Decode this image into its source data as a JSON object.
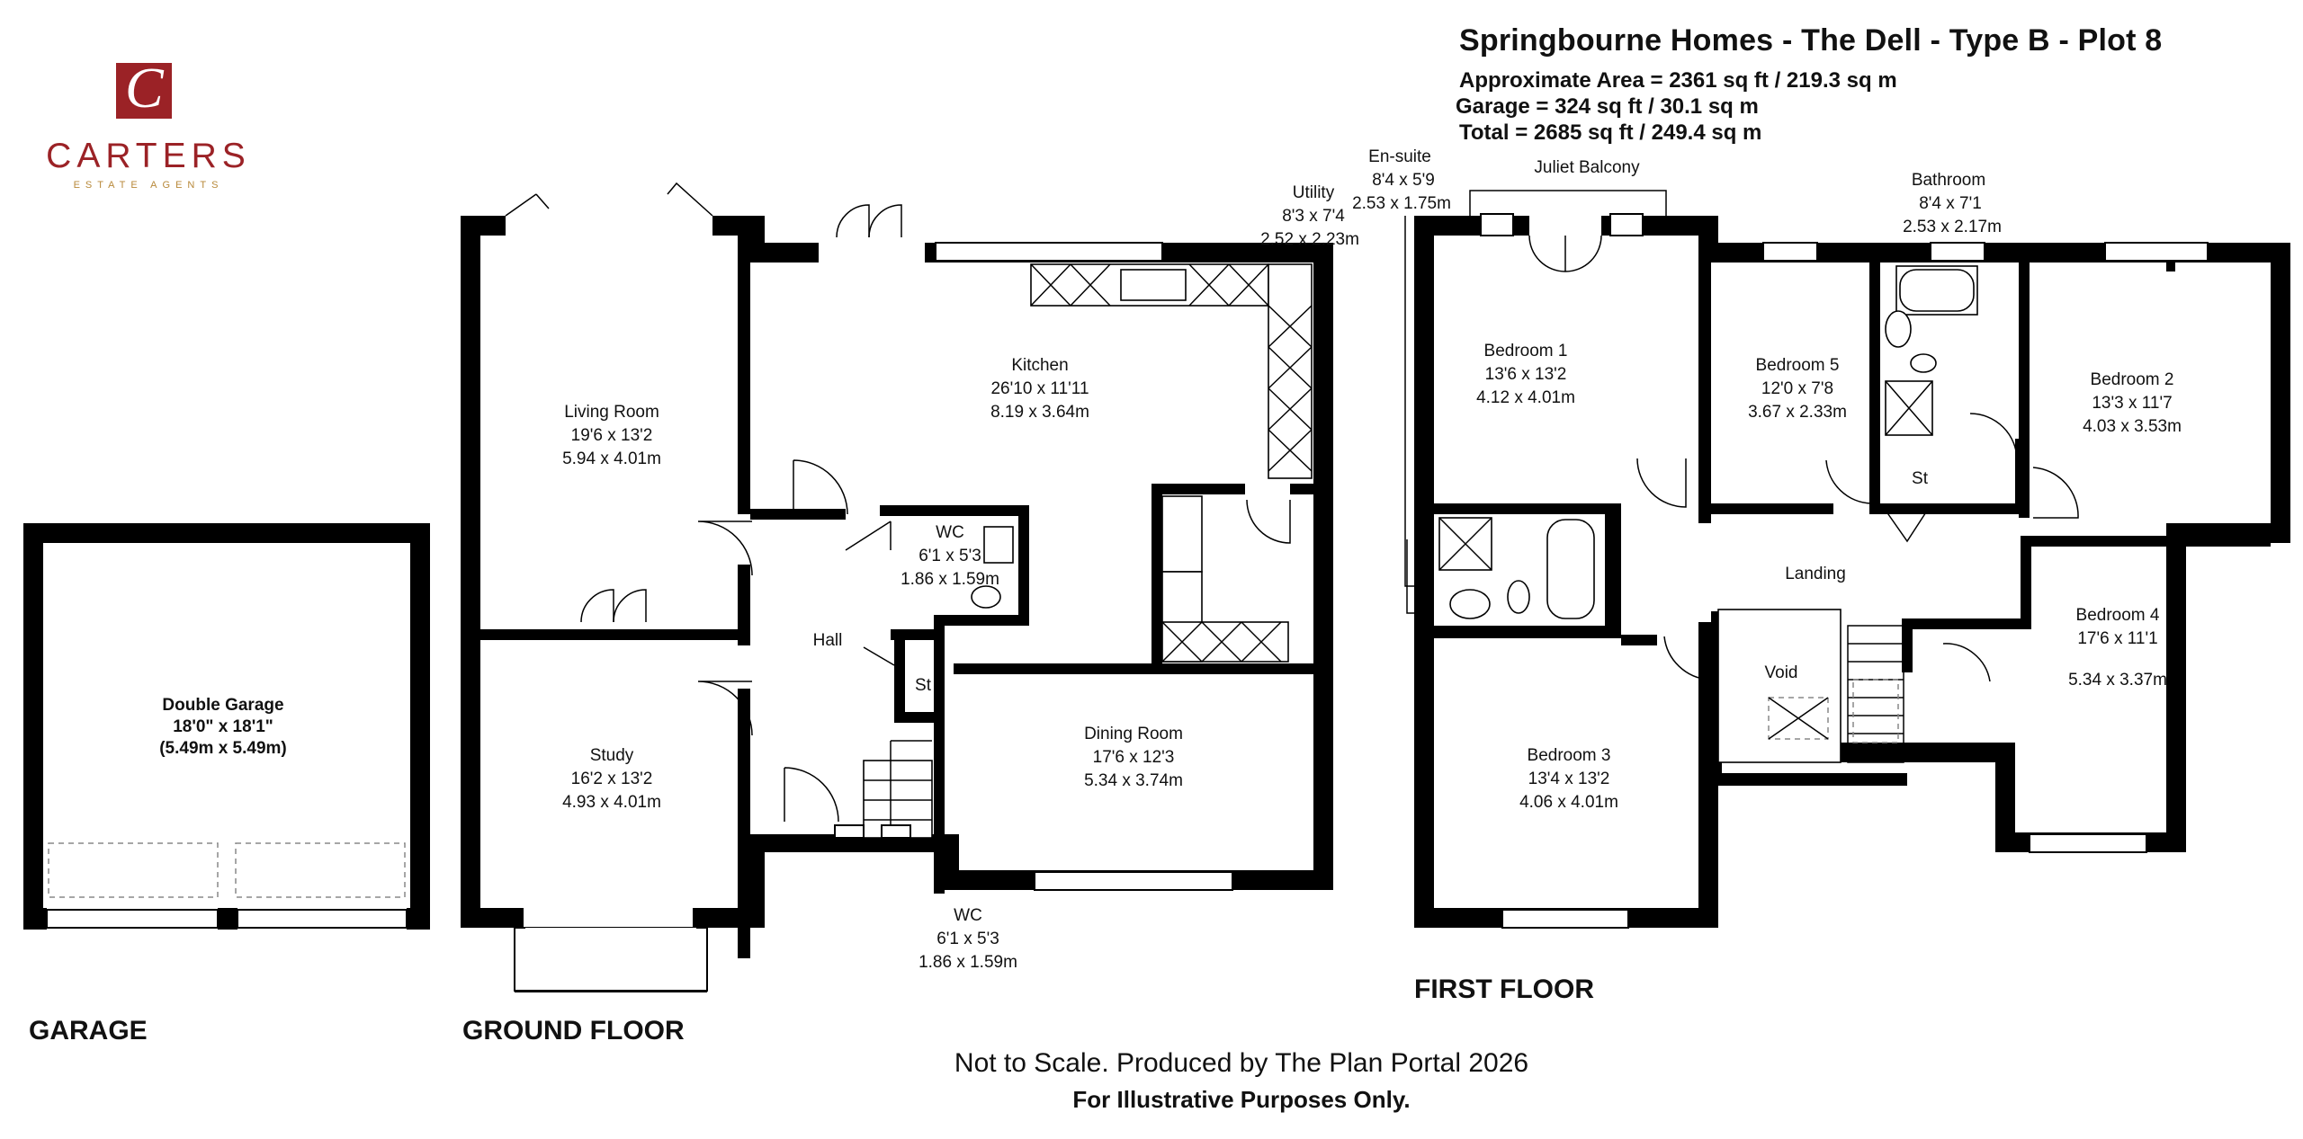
{
  "header": {
    "title": "Springbourne Homes - The Dell - Type B - Plot 8",
    "area_lines": [
      "Approximate Area = 2361 sq ft / 219.3 sq m",
      "Garage = 324 sq ft / 30.1 sq m",
      "Total = 2685 sq ft / 249.4 sq m"
    ]
  },
  "logo": {
    "initial": "C",
    "name": "CARTERS",
    "tagline": "ESTATE AGENTS",
    "brand_color": "#9b2226",
    "accent_color": "#b8893a"
  },
  "floors": {
    "garage": "GARAGE",
    "ground": "GROUND FLOOR",
    "first": "FIRST FLOOR"
  },
  "rooms": {
    "double_garage": {
      "name": "Double Garage",
      "dims_imperial": "18'0\" x 18'1\"",
      "dims_metric": "(5.49m x 5.49m)"
    },
    "living_room": {
      "name": "Living Room",
      "dims_imperial": "19'6 x 13'2",
      "dims_metric": "5.94 x 4.01m"
    },
    "study": {
      "name": "Study",
      "dims_imperial": "16'2 x 13'2",
      "dims_metric": "4.93 x 4.01m"
    },
    "kitchen": {
      "name": "Kitchen",
      "dims_imperial": "26'10 x 11'11",
      "dims_metric": "8.19 x 3.64m"
    },
    "utility": {
      "name": "Utility",
      "dims_imperial": "8'3 x 7'4",
      "dims_metric": "2.52 x 2.23m"
    },
    "wc_upper": {
      "name": "WC",
      "dims_imperial": "6'1 x 5'3",
      "dims_metric": "1.86 x 1.59m"
    },
    "hall": {
      "name": "Hall"
    },
    "st_ground": {
      "name": "St"
    },
    "dining_room": {
      "name": "Dining Room",
      "dims_imperial": "17'6 x 12'3",
      "dims_metric": "5.34 x 3.74m"
    },
    "wc_lower": {
      "name": "WC",
      "dims_imperial": "6'1 x 5'3",
      "dims_metric": "1.86 x 1.59m"
    },
    "en_suite": {
      "name": "En-suite",
      "dims_imperial": "8'4 x 5'9",
      "dims_metric": "2.53 x 1.75m"
    },
    "juliet_balcony": {
      "name": "Juliet Balcony"
    },
    "bedroom_1": {
      "name": "Bedroom 1",
      "dims_imperial": "13'6 x 13'2",
      "dims_metric": "4.12 x 4.01m"
    },
    "bedroom_5": {
      "name": "Bedroom 5",
      "dims_imperial": "12'0 x 7'8",
      "dims_metric": "3.67 x 2.33m"
    },
    "bathroom": {
      "name": "Bathroom",
      "dims_imperial": "8'4 x 7'1",
      "dims_metric": "2.53 x 2.17m"
    },
    "bedroom_2": {
      "name": "Bedroom 2",
      "dims_imperial": "13'3 x 11'7",
      "dims_metric": "4.03 x 3.53m"
    },
    "st_first": {
      "name": "St"
    },
    "landing": {
      "name": "Landing"
    },
    "void": {
      "name": "Void"
    },
    "bedroom_4": {
      "name": "Bedroom 4",
      "dims_imperial": "17'6 x 11'1",
      "dims_metric": "5.34 x 3.37m"
    },
    "bedroom_3": {
      "name": "Bedroom 3",
      "dims_imperial": "13'4 x 13'2",
      "dims_metric": "4.06 x 4.01m"
    }
  },
  "footer": {
    "line1": "Not to Scale. Produced by The Plan Portal 2026",
    "line2": "For Illustrative Purposes Only."
  }
}
